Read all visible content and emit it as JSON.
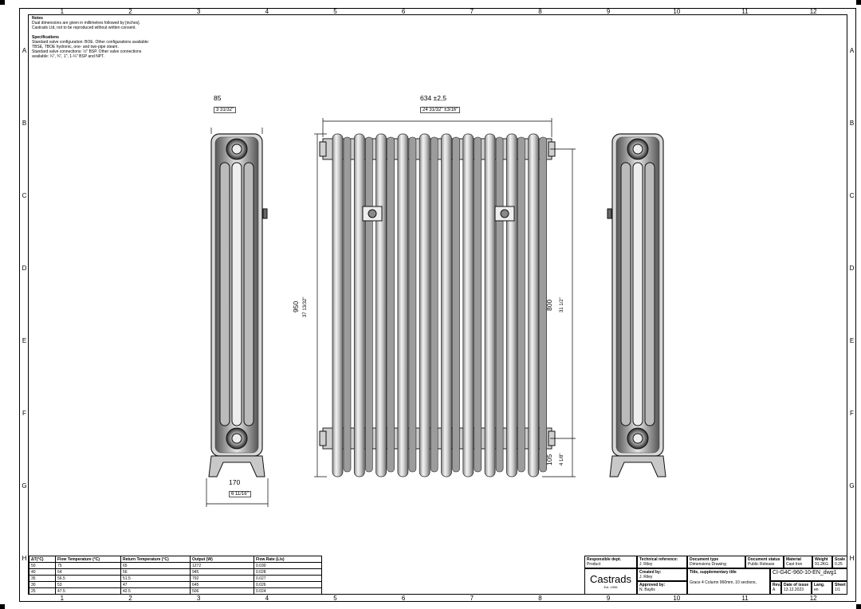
{
  "zones": {
    "columns": [
      "1",
      "2",
      "3",
      "4",
      "5",
      "6",
      "7",
      "8",
      "9",
      "10",
      "11",
      "12"
    ],
    "rows": [
      "A",
      "B",
      "C",
      "D",
      "E",
      "F",
      "G",
      "H"
    ],
    "sheet_size": "A2"
  },
  "notes": {
    "notes_title": "Notes",
    "notes_line1": "Dual dimensions are given in millimetres followed by [inches].",
    "notes_line2": "Castrads Ltd, not to be reproduced without written consent.",
    "spec_title": "Specifications",
    "spec_line1": "Standard valve configuration: BOE. Other configurations available:",
    "spec_line2": "TBSE, TBOE hydronic, one- and two-pipe steam.",
    "spec_line3": "Standard valve connections: ½\" BSP. Other valve connections",
    "spec_line4": "available: ¼\", ¾\", 1\", 1-¼\" BSP and NPT."
  },
  "dimensions": {
    "side_top_mm": "85",
    "side_top_in": "3 31/32\"",
    "side_bottom_mm": "170",
    "side_bottom_in": "6 11/16\"",
    "width_mm": "634  ±2,5",
    "width_in": "24 31/32\" ±3/16\"",
    "height_mm": "950",
    "height_in": "37 13/32\"",
    "centres_mm": "800",
    "centres_in": "31 1/2\"",
    "foot_mm": "105",
    "foot_in": "4 1/8\""
  },
  "flow_table": {
    "headers": [
      "ΔT(°C)",
      "Flow Temperature (°C)",
      "Return Temperature (°C)",
      "Output (W)",
      "Flow Rate (L/s)"
    ],
    "rows": [
      [
        "50",
        "75",
        "65",
        "1272",
        "0.030"
      ],
      [
        "40",
        "64",
        "56",
        "945",
        "0.028"
      ],
      [
        "35",
        "56.5",
        "51.5",
        "792",
        "0.027"
      ],
      [
        "30",
        "53",
        "47",
        "645",
        "0.026"
      ],
      [
        "25",
        "47.5",
        "42.5",
        "506",
        "0.024"
      ]
    ]
  },
  "title_block": {
    "responsible_dept_label": "Responsible dept.",
    "responsible_dept": "Product",
    "tech_ref_label": "Technical reference:",
    "tech_ref": "J. Riley",
    "doc_type_label": "Document type",
    "doc_type": "Dimensions Drawing",
    "doc_status_label": "Document status",
    "doc_status": "Public Release",
    "material_label": "Material",
    "material": "Cast Iron",
    "weight_label": "Weight",
    "weight": "91.2KG",
    "scale_label": "Scale",
    "scale": "0.25",
    "company": "Castrads",
    "company_est": "Est. 1996",
    "created_by_label": "Created by:",
    "created_by": "J. Riley",
    "title_label": "Title, supplementary title",
    "title": "Grace 4 Column 960mm, 10 sections,",
    "doc_number": "CI-G4C-960-10-EN_dwg1",
    "approved_by_label": "Approved by:",
    "approved_by": "N. Baylis",
    "rev_label": "Rev.",
    "rev": "A",
    "date_label": "Date of issue",
    "date": "13.12.2023",
    "lang_label": "Lang.",
    "lang": "en",
    "sheet_label": "Sheet",
    "sheet": "1/1"
  }
}
